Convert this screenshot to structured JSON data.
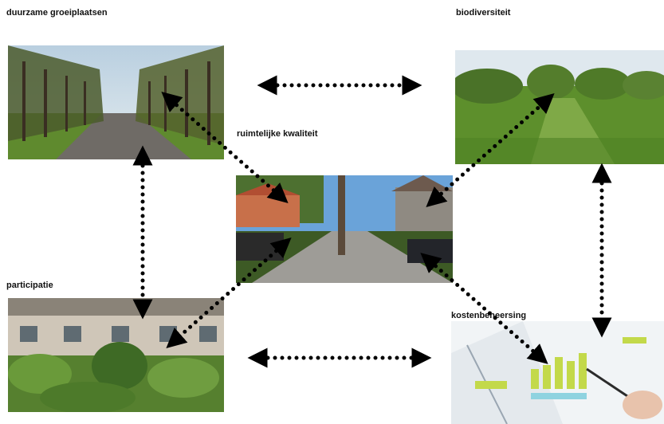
{
  "labels": {
    "top_left": "duurzame groeiplaatsen",
    "top_right": "biodiversiteit",
    "center": "ruimtelijke kwaliteit",
    "bottom_left": "participatie",
    "bottom_right": "kostenbeheersing"
  },
  "photos": [
    {
      "id": "tree-lane",
      "depicts": "tree-lined lane"
    },
    {
      "id": "meadow",
      "depicts": "green meadow with trees"
    },
    {
      "id": "street",
      "depicts": "street with trees and houses"
    },
    {
      "id": "houses-garden",
      "depicts": "row houses with front gardens"
    },
    {
      "id": "chart-paper",
      "depicts": "bar chart printout with pen"
    }
  ],
  "colors": {
    "connector": "#000000",
    "text": "#111111"
  },
  "connector_style": "dotted double-headed arrows"
}
